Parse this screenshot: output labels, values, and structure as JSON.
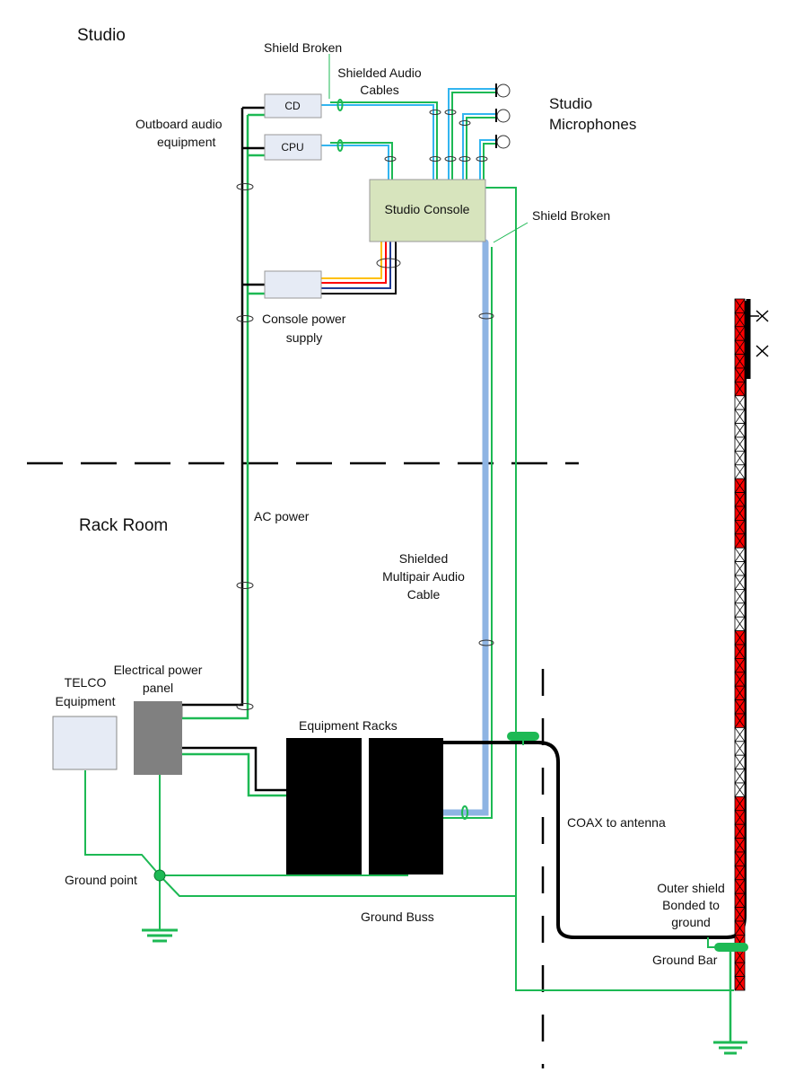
{
  "title": "Studio grounding and shielding diagram",
  "regions": {
    "studio": "Studio",
    "rack_room": "Rack Room"
  },
  "labels": {
    "shield_broken_top": "Shield Broken",
    "shielded_audio_cables": [
      "Shielded Audio",
      "Cables"
    ],
    "studio_microphones": [
      "Studio",
      "Microphones"
    ],
    "outboard_audio_equipment": [
      "Outboard audio",
      "equipment"
    ],
    "shield_broken_console": "Shield Broken",
    "console_power_supply": [
      "Console power",
      "supply"
    ],
    "ac_power": "AC power",
    "shielded_multipair": [
      "Shielded",
      "Multipair Audio",
      "Cable"
    ],
    "telco_equipment": [
      "TELCO",
      "Equipment"
    ],
    "electrical_power_panel": [
      "Electrical power",
      "panel"
    ],
    "equipment_racks": "Equipment Racks",
    "coax_to_antenna": "COAX to antenna",
    "outer_shield": [
      "Outer shield",
      "Bonded to",
      "ground"
    ],
    "ground_bar": "Ground Bar",
    "ground_point": "Ground point",
    "ground_buss": "Ground Buss"
  },
  "devices": {
    "cd": "CD",
    "cpu": "CPU",
    "studio_console": "Studio Console"
  },
  "colors": {
    "ground_green": "#1db954",
    "audio_blue": "#33b5f0",
    "multipair_blue": "#8eb4e3",
    "console_fill": "#d7e4bd",
    "device_fill": "#e6ebf5",
    "panel_gray": "#808080",
    "tower_red": "#ff0000",
    "psu_yellow": "#ffc000",
    "psu_red": "#ff0000",
    "psu_navy": "#1f3a93"
  },
  "tower_sections": [
    "red",
    "red",
    "red",
    "red",
    "red",
    "red",
    "red",
    "white",
    "white",
    "white",
    "white",
    "white",
    "white",
    "red",
    "red",
    "red",
    "red",
    "red",
    "white",
    "white",
    "white",
    "white",
    "white",
    "white",
    "red",
    "red",
    "red",
    "red",
    "red",
    "red",
    "red",
    "white",
    "white",
    "white",
    "white",
    "white",
    "red",
    "red",
    "red",
    "red",
    "red",
    "red",
    "red",
    "red",
    "red",
    "red",
    "red",
    "red",
    "red",
    "red"
  ]
}
